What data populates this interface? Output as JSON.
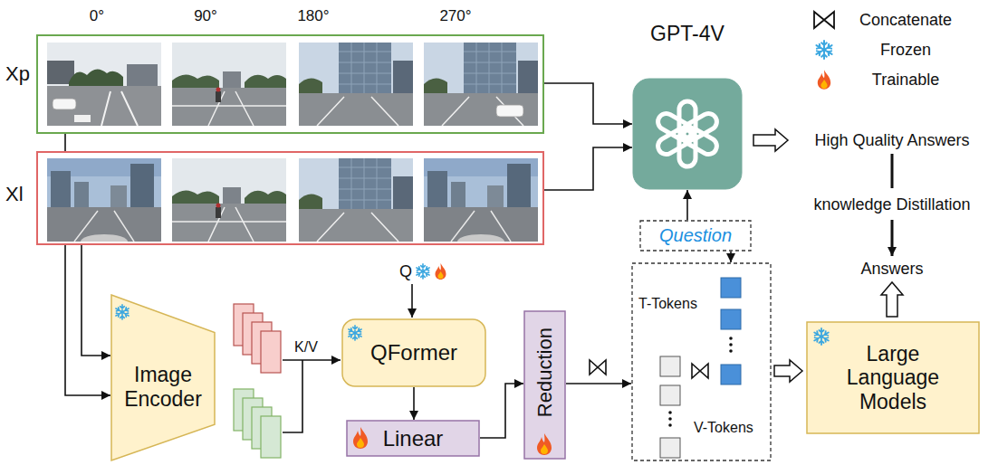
{
  "diagram": {
    "nodes": [
      {
        "text": [
          "Xp"
        ]
      },
      {
        "text": [
          "Xl"
        ]
      },
      {
        "text": [
          "GPT-4V"
        ]
      },
      {
        "text": [
          "Question"
        ]
      },
      {
        "text": [
          "Image Encoder"
        ]
      },
      {
        "text": [
          "QFormer"
        ]
      },
      {
        "text": [
          "Linear"
        ]
      },
      {
        "text": [
          "Reduction"
        ]
      },
      {
        "text": [
          "T-Tokens",
          "V-Tokens"
        ]
      },
      {
        "text": [
          "Large Language Models"
        ]
      }
    ],
    "edges": [
      {
        "from": 0,
        "to": 2,
        "arrow": "to"
      },
      {
        "from": 1,
        "to": 2,
        "arrow": "to"
      },
      {
        "from": 3,
        "to": 2,
        "arrow": "to"
      },
      {
        "from": 3,
        "to": 8,
        "arrow": "to"
      },
      {
        "from": 0,
        "to": 4,
        "arrow": "to"
      },
      {
        "from": 1,
        "to": 4,
        "arrow": "to"
      },
      {
        "from": 5,
        "to": 6,
        "arrow": "to"
      },
      {
        "from": 6,
        "to": 7,
        "arrow": "to"
      },
      {
        "from": 7,
        "to": 8,
        "arrow": "to"
      },
      {
        "from": 8,
        "to": 9,
        "arrow": "to"
      }
    ],
    "labels": [
      "0°",
      "90°",
      "180°",
      "270°",
      "High Quality Answers",
      "knowledge Distillation",
      "Answers",
      "Q",
      "K/V"
    ],
    "legend": [
      {
        "text": "Concatenate"
      },
      {
        "text": "Frozen"
      },
      {
        "text": "Trainable"
      }
    ]
  }
}
